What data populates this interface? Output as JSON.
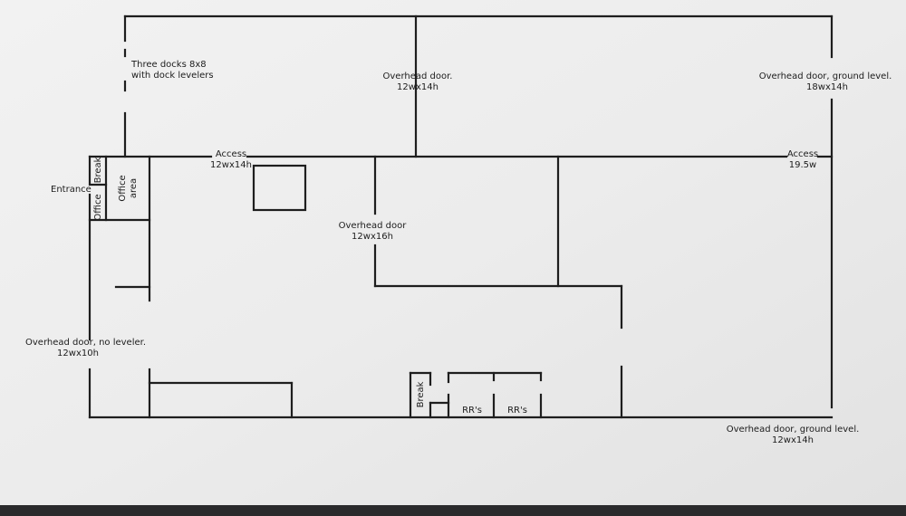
{
  "labels": {
    "three_docks_line1": "Three docks 8x8",
    "three_docks_line2": "with dock levelers",
    "overhead_top_line1": "Overhead door.",
    "overhead_top_line2": "12wx14h",
    "overhead_right_top_line1": "Overhead door, ground level.",
    "overhead_right_top_line2": "18wx14h",
    "access_left_line1": "Access",
    "access_left_line2": "12wx14h",
    "access_right_line1": "Access",
    "access_right_line2": "19.5w",
    "entrance": "Entrance",
    "break_top": "Break",
    "office": "Office",
    "office_area_line1": "Office",
    "office_area_line2": "area",
    "overhead_center_line1": "Overhead door",
    "overhead_center_line2": "12wx16h",
    "overhead_left_line1": "Overhead door, no leveler.",
    "overhead_left_line2": "12wx10h",
    "break_bottom": "Break",
    "rr1": "RR's",
    "rr2": "RR's",
    "overhead_bottom_right_line1": "Overhead door, ground level.",
    "overhead_bottom_right_line2": "12wx14h"
  },
  "colors": {
    "paper": "#eeeeee",
    "lines": "#1e1e1e",
    "background": "#2a2a2c"
  }
}
